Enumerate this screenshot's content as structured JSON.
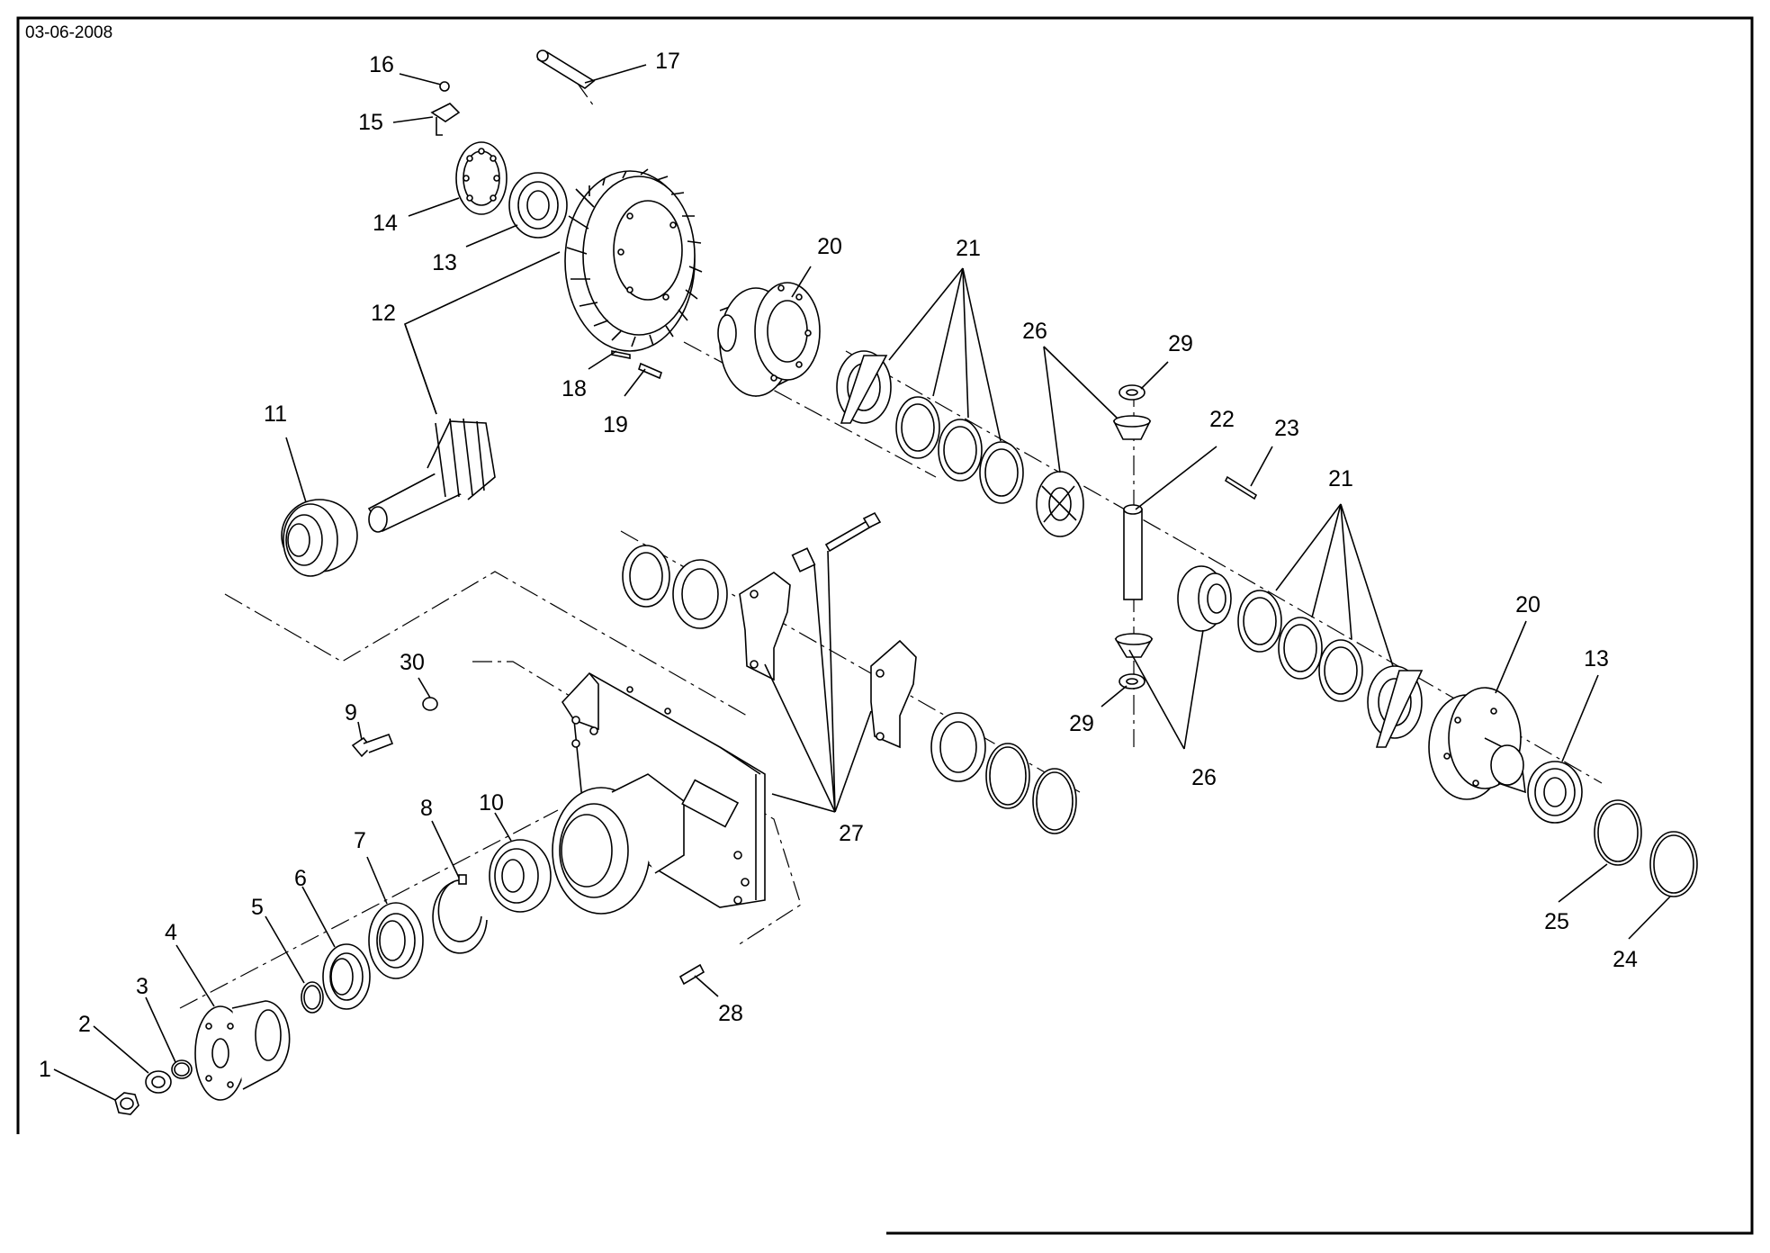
{
  "header": {
    "date": "03-06-2008"
  },
  "callouts": [
    {
      "id": "c1",
      "label": "1"
    },
    {
      "id": "c2",
      "label": "2"
    },
    {
      "id": "c3",
      "label": "3"
    },
    {
      "id": "c4",
      "label": "4"
    },
    {
      "id": "c5",
      "label": "5"
    },
    {
      "id": "c6",
      "label": "6"
    },
    {
      "id": "c7",
      "label": "7"
    },
    {
      "id": "c8",
      "label": "8"
    },
    {
      "id": "c9",
      "label": "9"
    },
    {
      "id": "c10",
      "label": "10"
    },
    {
      "id": "c11",
      "label": "11"
    },
    {
      "id": "c12",
      "label": "12"
    },
    {
      "id": "c13a",
      "label": "13"
    },
    {
      "id": "c13b",
      "label": "13"
    },
    {
      "id": "c14",
      "label": "14"
    },
    {
      "id": "c15",
      "label": "15"
    },
    {
      "id": "c16",
      "label": "16"
    },
    {
      "id": "c17",
      "label": "17"
    },
    {
      "id": "c18",
      "label": "18"
    },
    {
      "id": "c19",
      "label": "19"
    },
    {
      "id": "c20a",
      "label": "20"
    },
    {
      "id": "c20b",
      "label": "20"
    },
    {
      "id": "c21a",
      "label": "21"
    },
    {
      "id": "c21b",
      "label": "21"
    },
    {
      "id": "c22",
      "label": "22"
    },
    {
      "id": "c23",
      "label": "23"
    },
    {
      "id": "c24",
      "label": "24"
    },
    {
      "id": "c25",
      "label": "25"
    },
    {
      "id": "c26a",
      "label": "26"
    },
    {
      "id": "c26b",
      "label": "26"
    },
    {
      "id": "c27",
      "label": "27"
    },
    {
      "id": "c28",
      "label": "28"
    },
    {
      "id": "c29a",
      "label": "29"
    },
    {
      "id": "c29b",
      "label": "29"
    },
    {
      "id": "c30",
      "label": "30"
    }
  ]
}
